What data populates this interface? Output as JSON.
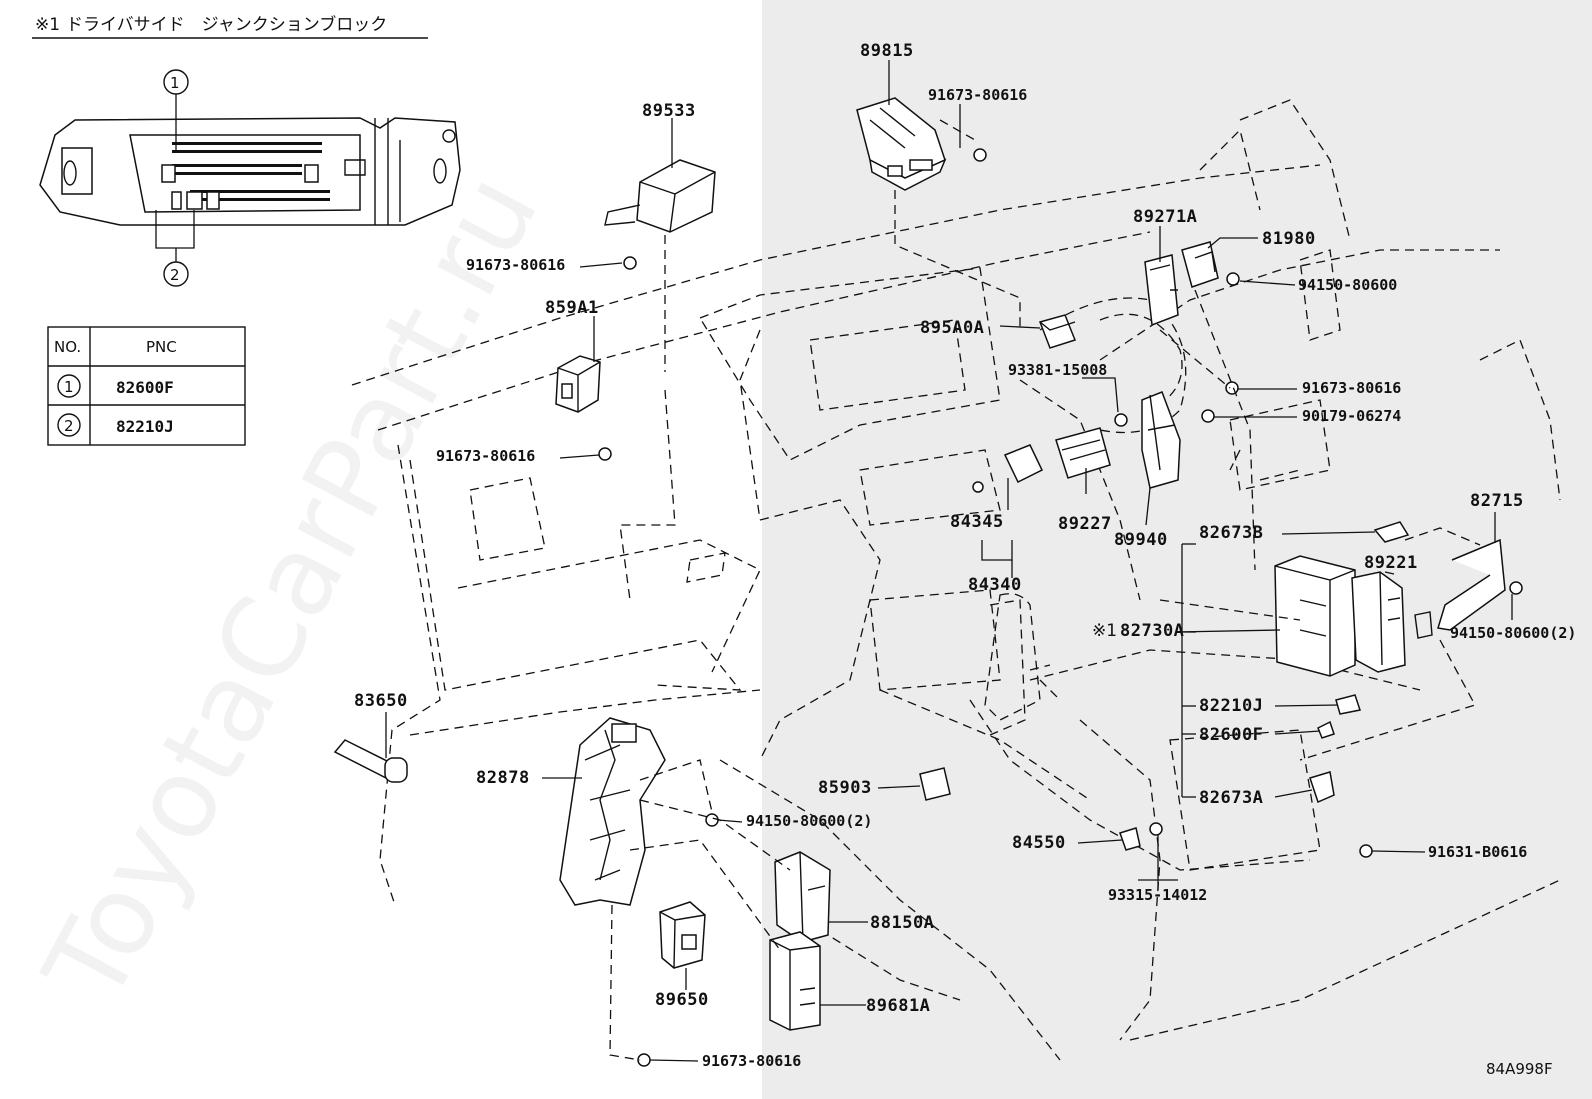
{
  "header": {
    "note_mark": "※1",
    "title": "ドライバサイド　ジャンクションブロック"
  },
  "callouts": {
    "one": "1",
    "two": "2"
  },
  "pnc_table": {
    "col_no": "NO.",
    "col_pnc": "PNC",
    "rows": [
      {
        "no": "1",
        "pnc": "82600F"
      },
      {
        "no": "2",
        "pnc": "82210J"
      }
    ]
  },
  "labels": {
    "p89815": "89815",
    "b91673_top": "91673-80616",
    "p89533": "89533",
    "b91673_left": "91673-80616",
    "p859A1": "859A1",
    "b91673_mid": "91673-80616",
    "p89271A": "89271A",
    "p81980": "81980",
    "n94150_top": "94150-80600",
    "p895A0A": "895A0A",
    "b93381": "93381-15008",
    "b91673_right": "91673-80616",
    "b90179": "90179-06274",
    "p84345": "84345",
    "p89227": "89227",
    "p89940": "89940",
    "p84340": "84340",
    "p82673B": "82673B",
    "p82715": "82715",
    "p89221": "89221",
    "p82730A_mark": "※1",
    "p82730A": "82730A",
    "n94150_2": "94150-80600(2)",
    "p83650": "83650",
    "p82210J": "82210J",
    "p82600F": "82600F",
    "p82878": "82878",
    "p85903": "85903",
    "p82673A": "82673A",
    "n94150_left": "94150-80600(2)",
    "p84550": "84550",
    "b91631": "91631-B0616",
    "b93315": "93315-14012",
    "p88150A": "88150A",
    "p89650": "89650",
    "p89681A": "89681A",
    "b91673_bottom": "91673-80616"
  },
  "watermark": "ToyotaCarPart.ru",
  "diagram_code": "84A998F",
  "colors": {
    "ink": "#111111",
    "shade": "#ececec",
    "paper": "#ffffff"
  }
}
